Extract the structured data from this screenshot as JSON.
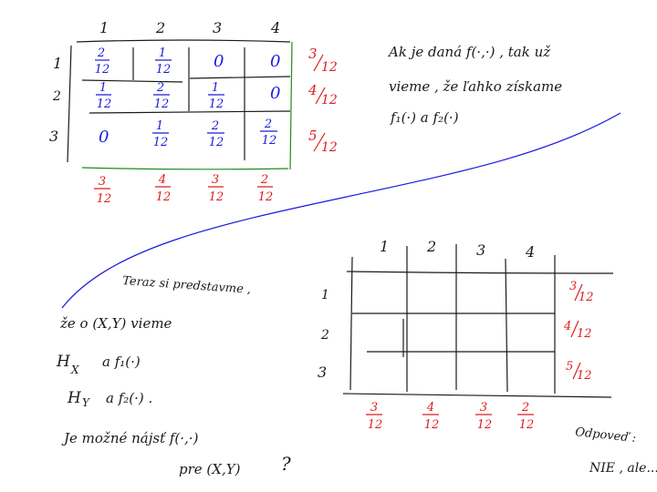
{
  "top_table": {
    "col_headers": [
      "1",
      "2",
      "3",
      "4"
    ],
    "row_headers": [
      "1",
      "2",
      "3"
    ],
    "cells": [
      [
        {
          "num": "2",
          "den": "12"
        },
        {
          "num": "1",
          "den": "12"
        },
        {
          "text": "0"
        },
        {
          "text": "0"
        }
      ],
      [
        {
          "num": "1",
          "den": "12"
        },
        {
          "num": "2",
          "den": "12"
        },
        {
          "num": "1",
          "den": "12"
        },
        {
          "text": "0"
        }
      ],
      [
        {
          "text": "0"
        },
        {
          "num": "1",
          "den": "12"
        },
        {
          "num": "2",
          "den": "12"
        },
        {
          "num": "2",
          "den": "12"
        }
      ]
    ],
    "row_marginals": [
      {
        "num": "3",
        "den": "12"
      },
      {
        "num": "4",
        "den": "12"
      },
      {
        "num": "5",
        "den": "12"
      }
    ],
    "col_marginals": [
      {
        "num": "3",
        "den": "12"
      },
      {
        "num": "4",
        "den": "12"
      },
      {
        "num": "3",
        "den": "12"
      },
      {
        "num": "2",
        "den": "12"
      }
    ]
  },
  "note_top": {
    "line1": "Ak je daná  f(·,·) , tak už",
    "line2": "vieme , že ľahko získame",
    "line3": "f₁(·)  a  f₂(·)"
  },
  "note_bottom": {
    "line1": "Teraz si predstavme ,",
    "line2": "že o (X,Y) vieme",
    "line3": "H",
    "line3_sub": "X",
    "line3_rest": "a  f₁(·)",
    "line4": "H",
    "line4_sub": "Y",
    "line4_rest": "a  f₂(·) .",
    "line5": "Je možné nájsť  f(·,·)",
    "line6": "pre  (X,Y)",
    "question_mark": "?"
  },
  "bottom_table": {
    "col_headers": [
      "1",
      "2",
      "3",
      "4"
    ],
    "row_headers": [
      "1",
      "2",
      "3"
    ],
    "row_marginals": [
      {
        "num": "3",
        "den": "12"
      },
      {
        "num": "4",
        "den": "12"
      },
      {
        "num": "5",
        "den": "12"
      }
    ],
    "col_marginals": [
      {
        "num": "3",
        "den": "12"
      },
      {
        "num": "4",
        "den": "12"
      },
      {
        "num": "3",
        "den": "12"
      },
      {
        "num": "2",
        "den": "12"
      }
    ]
  },
  "answer": {
    "label": "Odpoveď :",
    "text": "NIE , ale..."
  },
  "colors": {
    "ink": "#1a1a1a",
    "blue": "#1a1adc",
    "red": "#dc1e1e",
    "green": "#1e8c1e",
    "curve": "#1a1adc"
  }
}
